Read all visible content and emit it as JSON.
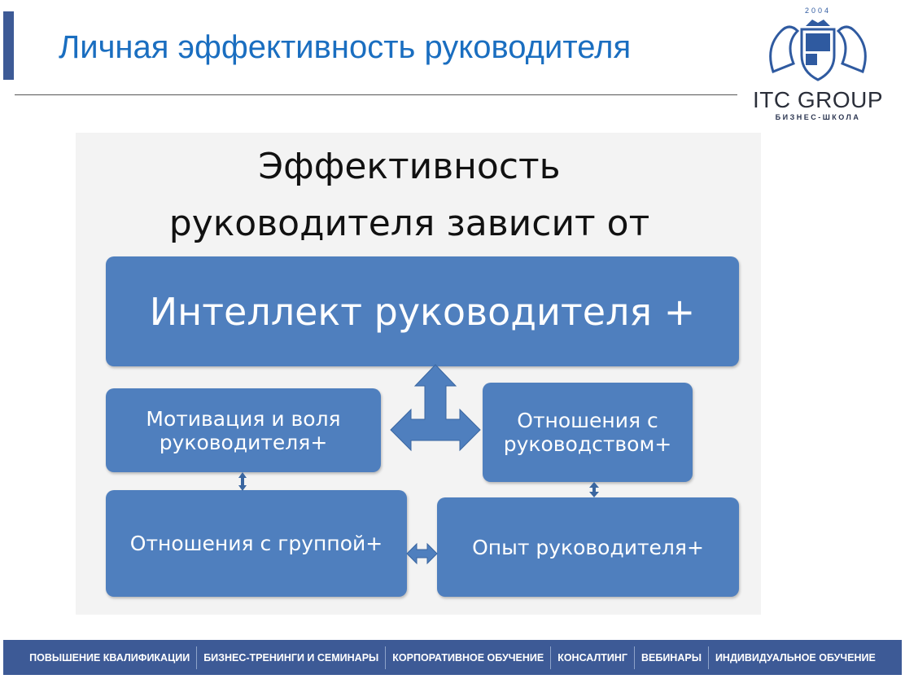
{
  "header": {
    "title": "Личная эффективность руководителя"
  },
  "logo": {
    "year": "2004",
    "name": "ITC GROUP",
    "subtitle": "БИЗНЕС-ШКОЛА"
  },
  "slide": {
    "heading_line1": "Эффективность",
    "heading_line2": "руководителя зависит от",
    "boxes": {
      "intellect": "Интеллект руководителя +",
      "motivation_1": "Мотивация и воля",
      "motivation_2": "руководителя+",
      "management_1": "Отношения с",
      "management_2": "руководством+",
      "group": "Отношения с группой+",
      "experience": "Опыт руководителя+"
    }
  },
  "footer": {
    "items": [
      "ПОВЫШЕНИЕ КВАЛИФИКАЦИИ",
      "БИЗНЕС-ТРЕНИНГИ И СЕМИНАРЫ",
      "КОРПОРАТИВНОЕ ОБУЧЕНИЕ",
      "КОНСАЛТИНГ",
      "ВЕБИНАРЫ",
      "ИНДИВИДУАЛЬНОЕ ОБУЧЕНИЕ"
    ]
  }
}
